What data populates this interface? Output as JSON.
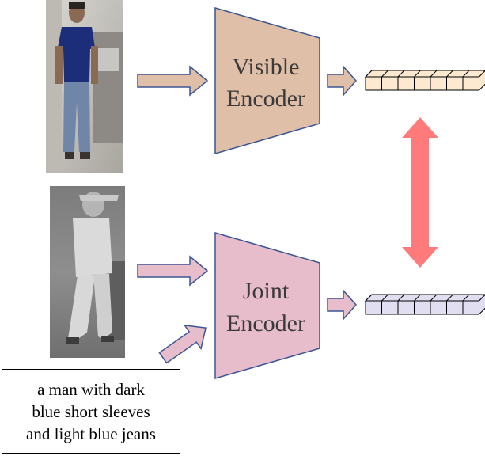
{
  "visible_encoder": {
    "line1": "Visible",
    "line2": "Encoder",
    "fill": "#dfbfa8",
    "stroke": "#3b5694"
  },
  "joint_encoder": {
    "line1": "Joint",
    "line2": "Encoder",
    "fill": "#e7bccb",
    "stroke": "#3b5694"
  },
  "text_input": {
    "line1": "a man with dark",
    "line2": "blue short sleeves",
    "line3": "and light blue jeans"
  },
  "colors": {
    "arrow_visible_fill": "#dfbfa8",
    "arrow_joint_fill": "#e7bccb",
    "arrow_stroke": "#3b5694",
    "feature_visible_fill": "#fde9d0",
    "feature_joint_fill": "#e2def2",
    "feature_stroke": "#000000",
    "alignment_arrow": "#ff7b7b"
  },
  "images": {
    "visible_photo": "rgb-person-photo",
    "infrared_photo": "infrared-person-photo"
  }
}
